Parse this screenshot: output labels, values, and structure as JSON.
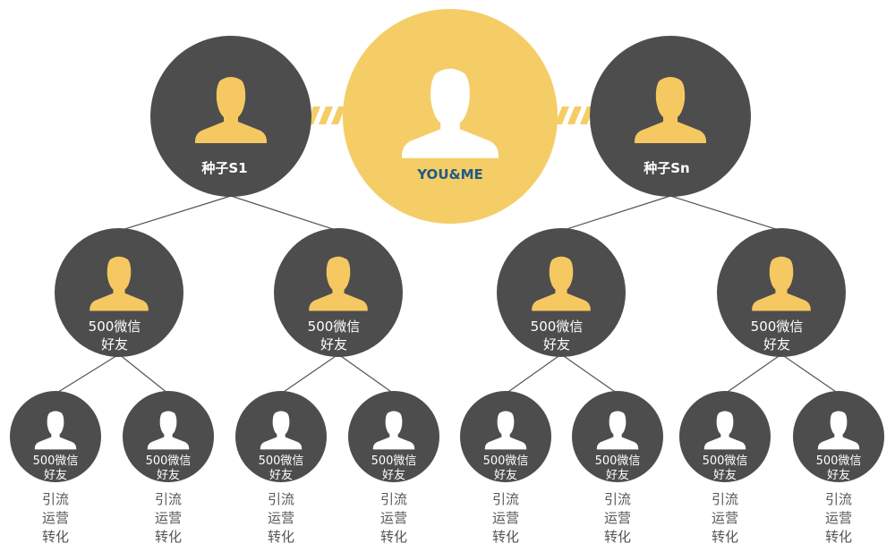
{
  "colors": {
    "dark_circle": "#4d4d4d",
    "center_circle": "#f5cd67",
    "gold_person": "#f5c862",
    "white_person": "#ffffff",
    "center_label": "#1f5a85",
    "connector": "#555555",
    "bottom_text": "#555555"
  },
  "center": {
    "label": "YOU&ME",
    "icon": "person-icon"
  },
  "seeds": [
    {
      "label": "种子S1",
      "icon": "person-icon"
    },
    {
      "label": "种子Sn",
      "icon": "person-icon"
    }
  ],
  "level2_label": [
    "500微信",
    "好友"
  ],
  "level3_label": [
    "500微信",
    "好友"
  ],
  "level3_caption": [
    "引流",
    "运营",
    "转化"
  ]
}
